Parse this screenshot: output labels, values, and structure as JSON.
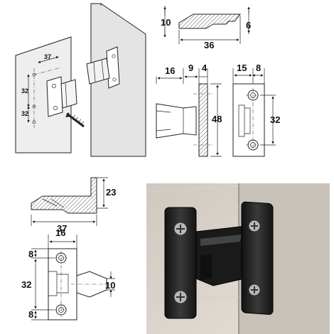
{
  "isometric_view": {
    "dimensions": {
      "depth": "37",
      "hole_spacing_top": "32",
      "hole_spacing_bottom": "32"
    }
  },
  "top_profile_view": {
    "dimensions": {
      "left_height": "10",
      "width": "36",
      "right_height": "6"
    }
  },
  "side_view": {
    "dimensions": {
      "depth": "16",
      "flange_a": "9",
      "flange_b": "4",
      "height": "48"
    }
  },
  "front_view": {
    "dimensions": {
      "width": "15",
      "offset": "8",
      "hole_spacing": "32"
    }
  },
  "profile_view_bottom": {
    "dimensions": {
      "height": "23",
      "length": "37"
    }
  },
  "plate_view": {
    "dimensions": {
      "width": "16",
      "top_margin": "8",
      "hole_spacing": "32",
      "bottom_margin": "8",
      "tongue_height": "10"
    }
  },
  "colors": {
    "line": "#222222",
    "part_fill": "#e8e8e8",
    "product_finish": "#1c1c1c",
    "wall": "#d9d3cb"
  }
}
